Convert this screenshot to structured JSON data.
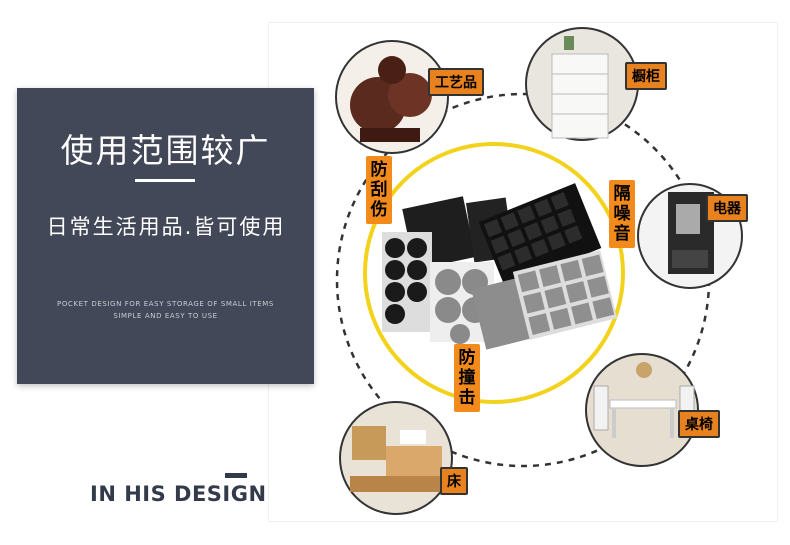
{
  "main": {
    "title": "使用范围较广",
    "subtitle": "日常生活用品.皆可使用",
    "small_line1": "POCKET DESIGN FOR EASY STORAGE OF SMALL ITEMS",
    "small_line2": "SIMPLE AND EASY TO USE",
    "bottom_heading": "IN HIS DESIGN"
  },
  "labels": {
    "crafts": "工艺品",
    "cabinet": "橱柜",
    "appliance": "电器",
    "table_chair": "桌椅",
    "bed": "床",
    "anti_scratch": "防刮伤",
    "soundproof": "隔噪音",
    "anti_collision": "防撞击"
  },
  "colors": {
    "panel_bg": "#434858",
    "accent_orange": "#e8821e",
    "ring_yellow": "#f2d21b"
  }
}
